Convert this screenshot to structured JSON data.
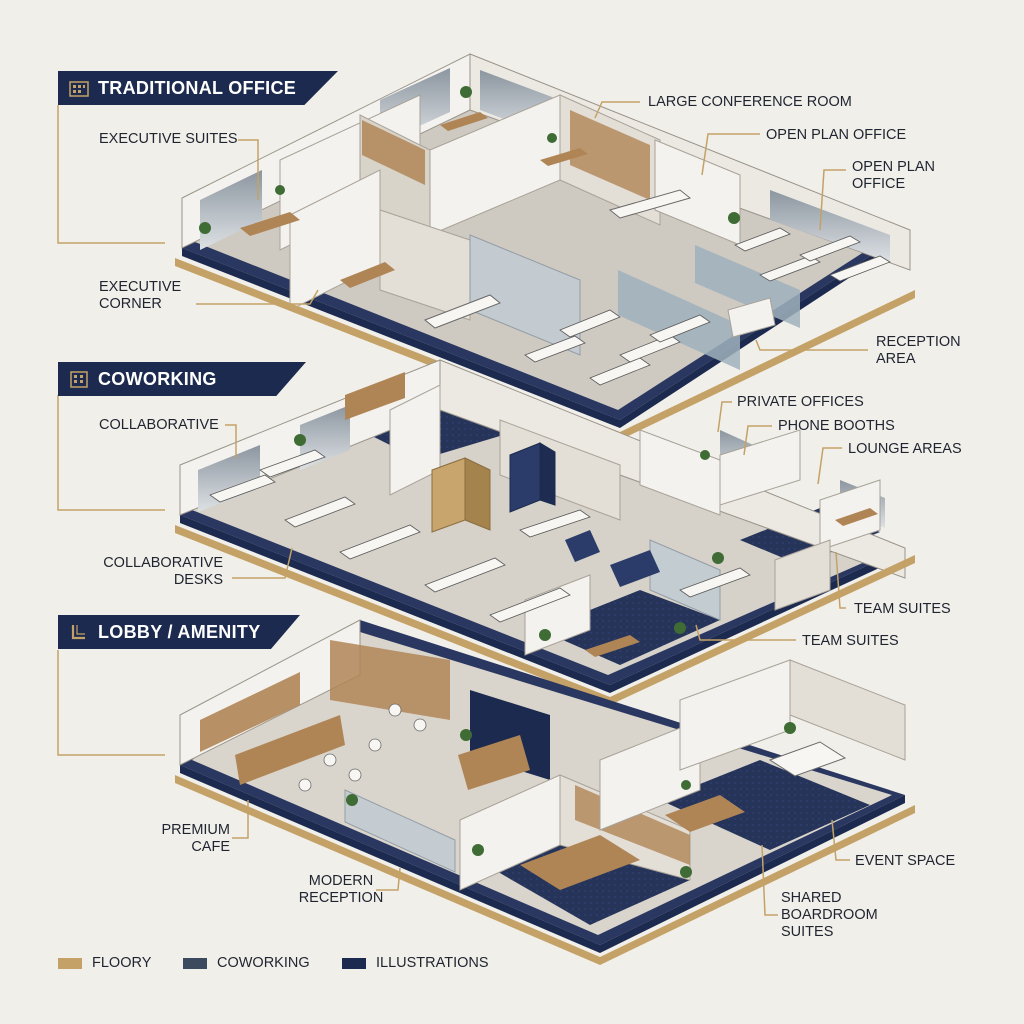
{
  "colors": {
    "background": "#f1efea",
    "navy": "#1b2a4e",
    "gold": "#c4a267",
    "slate": "#3b4a5f",
    "wall": "#f4f2ee",
    "wood": "#b08556",
    "glass": "#a9b8c2",
    "carpet": "#26345a",
    "floor": "#cfcac1"
  },
  "sections": [
    {
      "title": "TRADITIONAL OFFICE",
      "icon": "office-building-icon"
    },
    {
      "title": "COWORKING",
      "icon": "coworking-building-icon"
    },
    {
      "title": "LOBBY / AMENITY",
      "icon": "lobby-l-icon"
    }
  ],
  "labels": {
    "executive_suites": "EXECUTIVE SUITES",
    "executive_corner": "EXECUTIVE\nCORNER",
    "large_conference_room": "LARGE CONFERENCE ROOM",
    "open_plan_office_1": "OPEN PLAN OFFICE",
    "open_plan_office_2": "OPEN PLAN\nOFFICE",
    "reception_area": "RECEPTION\nAREA",
    "collaborative": "COLLABORATIVE",
    "collaborative_desks": "COLLABORATIVE\nDESKS",
    "private_offices": "PRIVATE OFFICES",
    "phone_booths": "PHONE BOOTHS",
    "lounge_areas": "LOUNGE AREAS",
    "team_suites_1": "TEAM SUITES",
    "team_suites_2": "TEAM SUITES",
    "premium_cafe": "PREMIUM\nCAFE",
    "modern_reception": "MODERN\nRECEPTION",
    "event_space": "EVENT SPACE",
    "shared_boardroom_suites": "SHARED\nBOARDROOM\nSUITES"
  },
  "legend": [
    {
      "label": "FLOORY",
      "color": "#c4a267"
    },
    {
      "label": "COWORKING",
      "color": "#3b4a5f"
    },
    {
      "label": "ILLUSTRATIONS",
      "color": "#1b2a4e"
    }
  ]
}
